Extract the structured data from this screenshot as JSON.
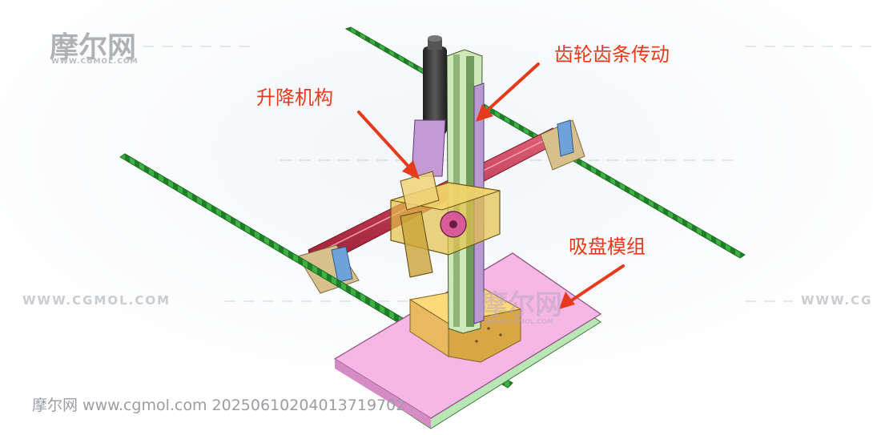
{
  "labels": {
    "lifting_mechanism": "升降机构",
    "rack_pinion_drive": "齿轮齿条传动",
    "suction_cup_module": "吸盘模组"
  },
  "watermark": {
    "logo": "摩尔网",
    "logo_sub": "WWW.CGMOL.COM",
    "url_left": "WWW.CGMOL.COM",
    "url_right": "WWW.CG",
    "footer": "摩尔网 www.cgmol.com 20250610204013719702"
  },
  "colors": {
    "label_red": "#e53a1c",
    "rail_green": "#2faa3a",
    "beam_red": "#c8324a",
    "housing_yellow": "#d8b23a",
    "plate_pink": "#f4a6df",
    "motor_dark": "#2d2d2d"
  }
}
